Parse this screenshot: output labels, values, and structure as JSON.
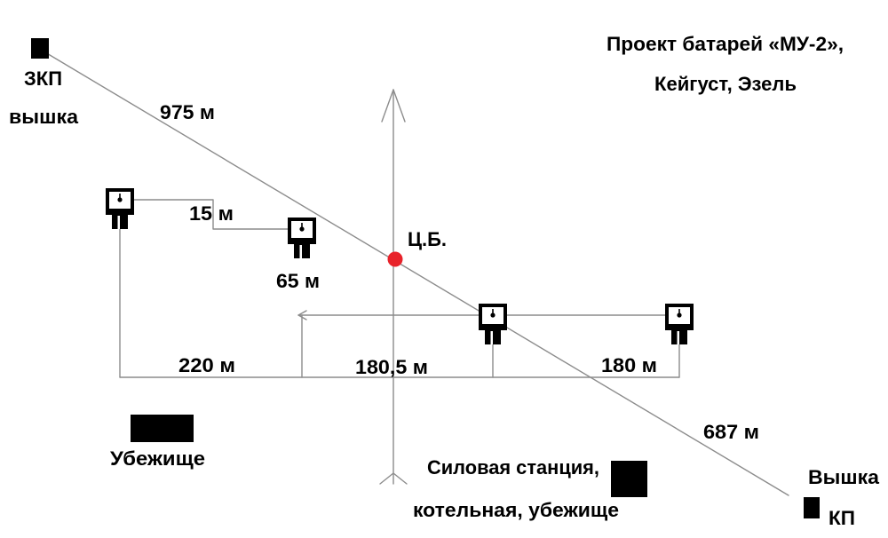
{
  "diagram": {
    "title_line_1": "Проект батарей «МУ-2»,",
    "title_line_2": "Кейгуст, Эзель"
  },
  "observation_posts": {
    "zkp": "ЗКП",
    "zkp_tower": "вышка",
    "kp_tower": "Вышка",
    "kp": "КП"
  },
  "center": {
    "label": "Ц.Б."
  },
  "distances": {
    "zkp_to_center": "975 м",
    "center_to_kp": "687 м",
    "gun1_to_gun2_offset": "15 м",
    "gun2_setback": "65 м",
    "gun1_to_gun2": "220 м",
    "gun2_to_gun3": "180,5 м",
    "gun3_to_gun4": "180 м"
  },
  "structures": {
    "shelter": "Убежище",
    "power_station_line_1": "Силовая станция,",
    "power_station_line_2": "котельная, убежище"
  },
  "icons": {
    "gun_emplacement": "gun-emplacement-icon"
  },
  "colors": {
    "ink": "#000000",
    "line": "#8c8c8c",
    "center_point": "#e8222a",
    "background": "#ffffff"
  }
}
